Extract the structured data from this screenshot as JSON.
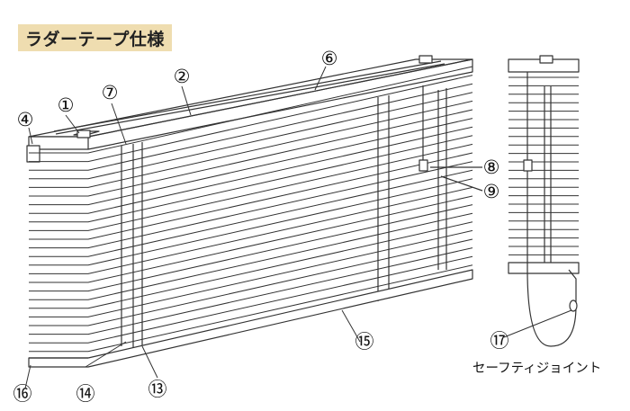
{
  "title": "ラダーテープ仕様",
  "caption": "セーフティジョイント",
  "callouts": [
    {
      "id": "1",
      "glyph": "①"
    },
    {
      "id": "2",
      "glyph": "②"
    },
    {
      "id": "4",
      "glyph": "④"
    },
    {
      "id": "6",
      "glyph": "⑥"
    },
    {
      "id": "7",
      "glyph": "⑦"
    },
    {
      "id": "8",
      "glyph": "⑧"
    },
    {
      "id": "9",
      "glyph": "⑨"
    },
    {
      "id": "13",
      "glyph": "⑬"
    },
    {
      "id": "14",
      "glyph": "⑭"
    },
    {
      "id": "15",
      "glyph": "⑮"
    },
    {
      "id": "16",
      "glyph": "⑯"
    },
    {
      "id": "17",
      "glyph": "⑰"
    }
  ],
  "colors": {
    "line": "#333333",
    "title_bg": "#efddb0"
  }
}
